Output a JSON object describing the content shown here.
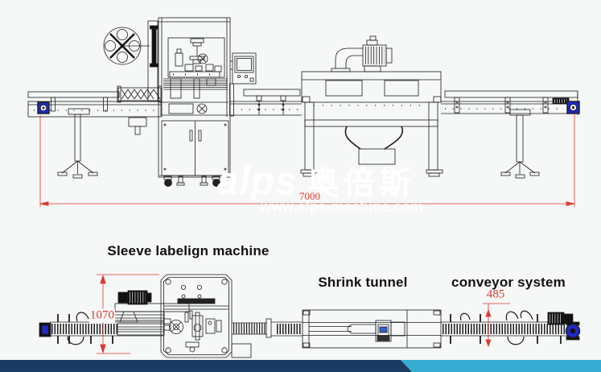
{
  "canvas": {
    "background_color": "#f6f7f7"
  },
  "watermark": {
    "brand_latin": "alps",
    "brand_cjk": "奥倍斯",
    "url": "www.alps-machine.com",
    "color": "#ffffff"
  },
  "drawing": {
    "labels": {
      "sleeve_machine": "Sleeve labelign machine",
      "shrink_tunnel": "Shrink tunnel",
      "conveyor_system": "conveyor system"
    },
    "dimensions": {
      "total_length": "7000",
      "labeler_width": "1070",
      "conveyor_width": "485",
      "color": "#dc3a30"
    },
    "line_color": "#1c1c1c",
    "accent_blue": "#2029c8"
  },
  "footer_bar": {
    "left_color": "#1c3b62",
    "right_color": "#38acd3"
  }
}
